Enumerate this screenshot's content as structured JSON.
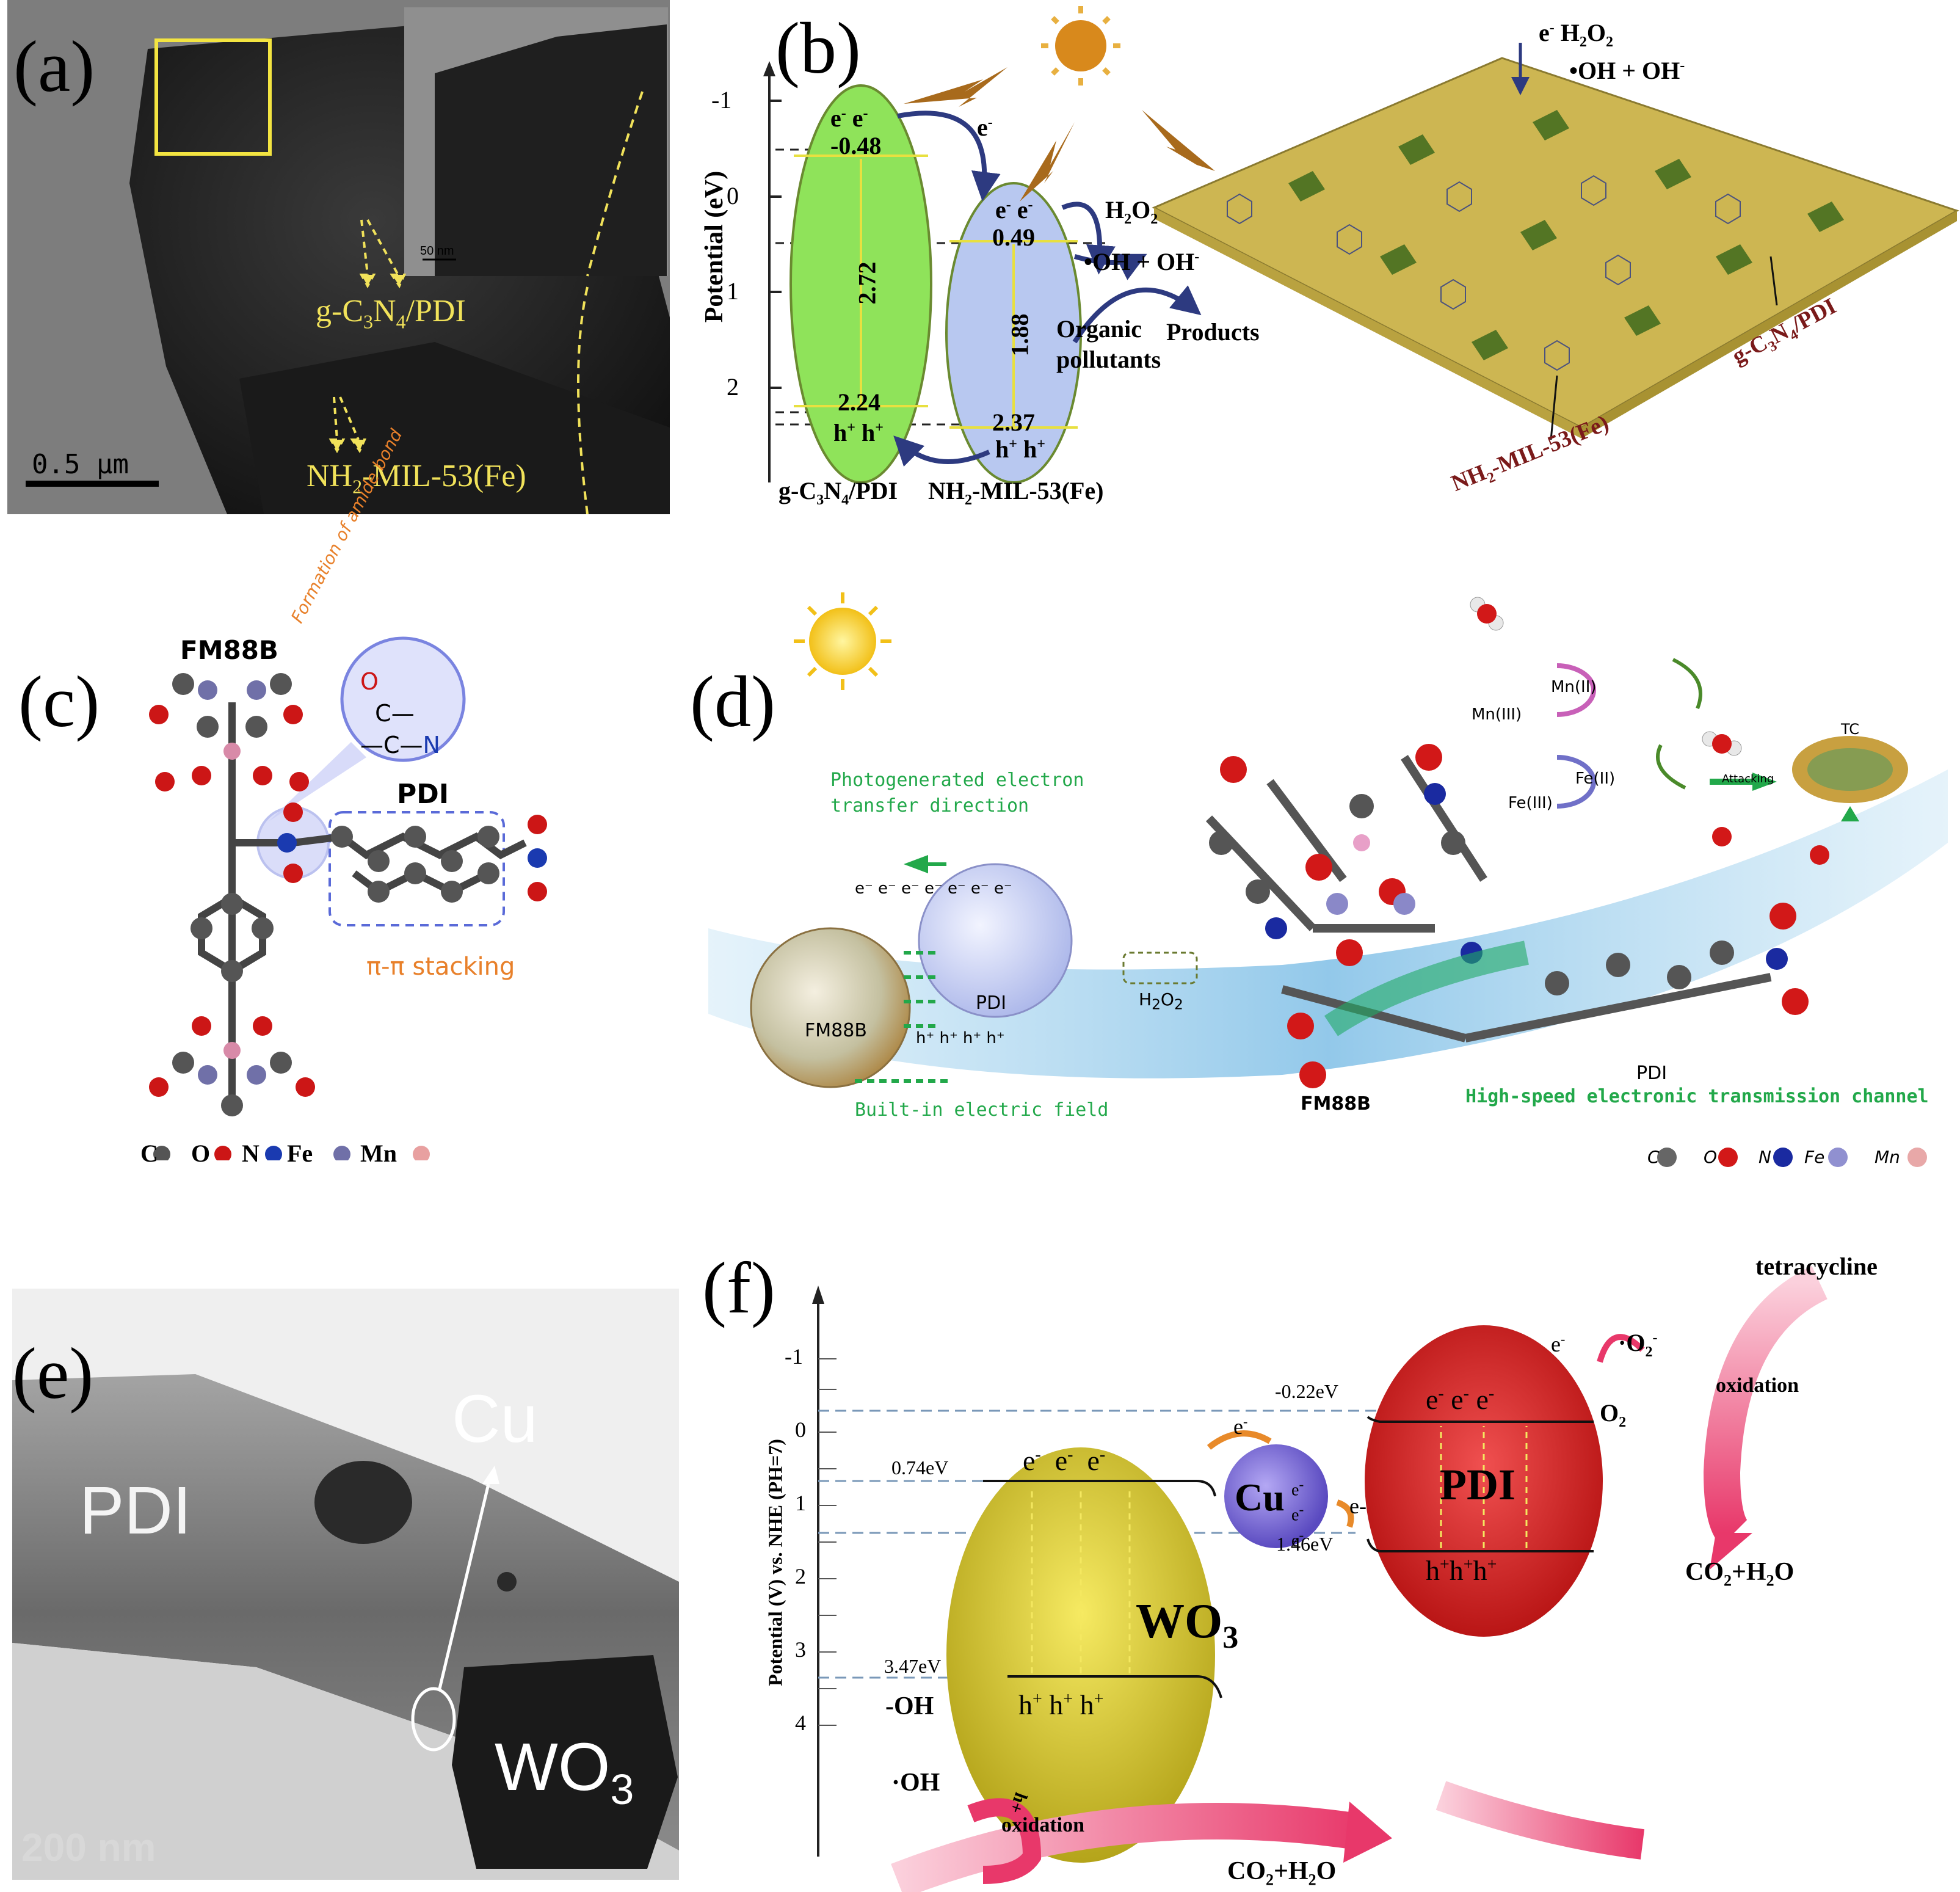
{
  "panels": {
    "a": {
      "letter": "(a)",
      "label_composite": "g-C3N4/PDI",
      "label_mof": "NH2-MIL-53(Fe)",
      "scale_bar": "0.5 μm",
      "inset_scale": "50 nm"
    },
    "b": {
      "letter": "(b)",
      "y_axis_label": "Potential (eV)",
      "y_ticks": [
        "-1",
        "0",
        "1",
        "2"
      ],
      "left_cb": "-0.48",
      "left_vb": "2.24",
      "left_gap": "2.72",
      "right_cb": "0.49",
      "right_vb": "2.37",
      "right_gap": "1.88",
      "electron": "e",
      "hole": "h",
      "h2o2": "H2O2",
      "radicals": "•OH + OH",
      "organic": "Organic",
      "pollutants": "pollutants",
      "products": "Products",
      "x_left": "g-C3N4/PDI",
      "x_right": "NH2-MIL-53(Fe)",
      "sheet_label_1": "g-C3N4/PDI",
      "sheet_label_2": "NH2-MIL-53(Fe)"
    },
    "c": {
      "letter": "(c)",
      "mof": "FM88B",
      "pdi": "PDI",
      "amide": "Formation of amide bond",
      "stacking": "π-π stacking",
      "legend": [
        "C",
        "O",
        "N",
        "Fe",
        "Mn"
      ]
    },
    "d": {
      "letter": "(d)",
      "photo_1": "Photogenerated electron",
      "photo_2": "transfer direction",
      "builtin": "Built-in electric field",
      "highspeed": "High-speed electronic transmission channel",
      "fm88b": "FM88B",
      "pdi": "PDI",
      "h2o2": "H2O2",
      "mn2": "Mn(II)",
      "mn3": "Mn(III)",
      "fe2": "Fe(II)",
      "fe3": "Fe(III)",
      "attacking": "Attacking",
      "tc": "TC",
      "legend": [
        "C",
        "O",
        "N",
        "Fe",
        "Mn"
      ]
    },
    "e": {
      "letter": "(e)",
      "pdi": "PDI",
      "cu": "Cu",
      "wo3": "WO3",
      "scale": "200 nm"
    },
    "f": {
      "letter": "(f)",
      "y_axis_label": "Potential (V) vs. NHE (PH=7)",
      "y_ticks": [
        "-1",
        "0",
        "1",
        "2",
        "3",
        "4"
      ],
      "wo3": "WO3",
      "cu": "Cu",
      "pdi": "PDI",
      "e_074": "0.74eV",
      "e_347": "3.47eV",
      "e_022": "-0.22eV",
      "e_146": "1.46eV",
      "tetracycline": "tetracycline",
      "oxidation": "oxidation",
      "co2h2o": "CO2+H2O",
      "o2": "O2",
      "o2rad": "·O2",
      "oh_minus": "-OH",
      "oh_rad": "·OH",
      "hplus": "h+"
    }
  },
  "colors": {
    "yellow_label": "#f1e25a",
    "green_band": "#8fe35a",
    "blue_band": "#b8c8f0",
    "arrow_navy": "#2d3a80",
    "sheet_gold": "#d8c25a",
    "wo3_yellow": "#d4c22a",
    "pdi_red": "#d81c1c",
    "cu_purple": "#7a6ad8",
    "pink_arrow": "#e8507a"
  }
}
